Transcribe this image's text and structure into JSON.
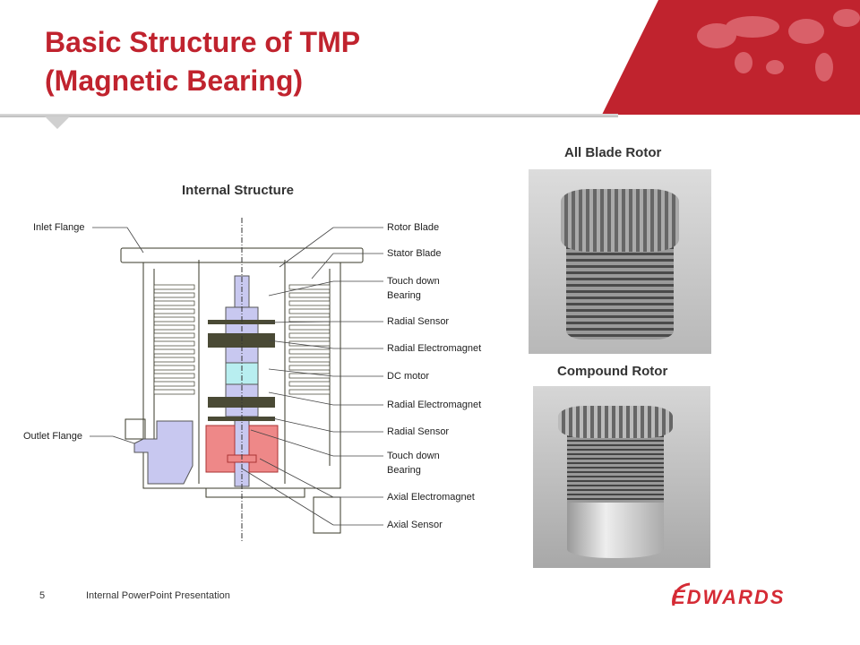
{
  "header": {
    "title_line1": "Basic Structure of TMP",
    "title_line2": "(Magnetic Bearing)",
    "accent": "#c0232e"
  },
  "diagram": {
    "title": "Internal Structure",
    "left_labels": [
      "Inlet Flange",
      "Outlet Flange"
    ],
    "right_labels": [
      "Rotor Blade",
      "Stator Blade",
      "Touch down\nBearing",
      "Radial Sensor",
      "Radial Electromagnet",
      "DC motor",
      "Radial Electromagnet",
      "Radial Sensor",
      "Touch down\nBearing",
      "Axial Electromagnet",
      "Axial Sensor"
    ]
  },
  "photos": {
    "all_blade_title": "All Blade Rotor",
    "compound_title": "Compound Rotor"
  },
  "footer": {
    "page_number": "5",
    "text": "Internal PowerPoint Presentation",
    "logo_text": "EDWARDS"
  }
}
